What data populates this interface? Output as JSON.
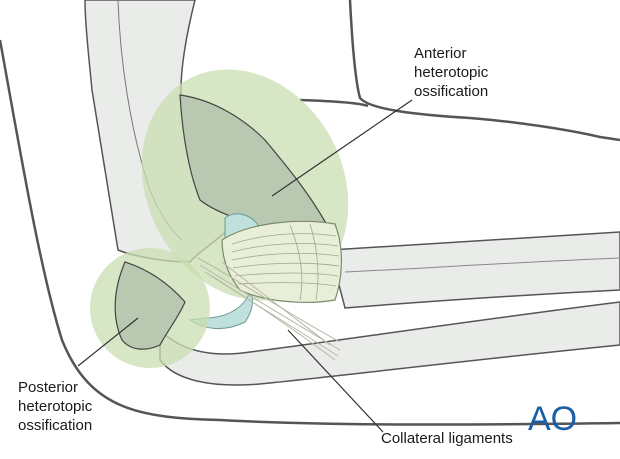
{
  "labels": {
    "anterior": [
      "Anterior",
      "heterotopic",
      "ossification"
    ],
    "posterior": [
      "Posterior",
      "heterotopic",
      "ossification"
    ],
    "collateral": "Collateral ligaments"
  },
  "logo": {
    "text": "AO",
    "color": "#1b5ea8"
  },
  "colors": {
    "skin_outline": "#555555",
    "bone_fill": "#eaecea",
    "ossification_halo": "#c9ddb0",
    "ossification_fill": "#b9c9b1",
    "cartilage_teal": "#bfe0dc",
    "ligament": "#e8eed8"
  }
}
